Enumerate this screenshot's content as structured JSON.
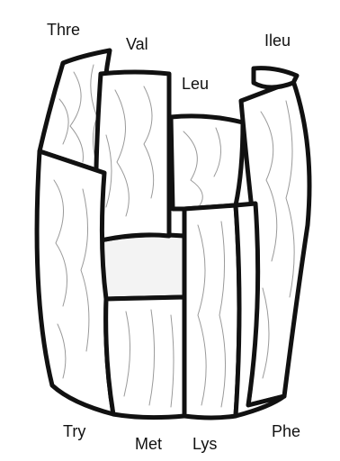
{
  "labels": {
    "thre": "Thre",
    "val": "Val",
    "ileu": "Ileu",
    "leu": "Leu",
    "try": "Try",
    "met": "Met",
    "lys": "Lys",
    "phe": "Phe"
  },
  "colors": {
    "outline": "#111111",
    "grain": "#9a9a9a",
    "background": "#ffffff"
  }
}
